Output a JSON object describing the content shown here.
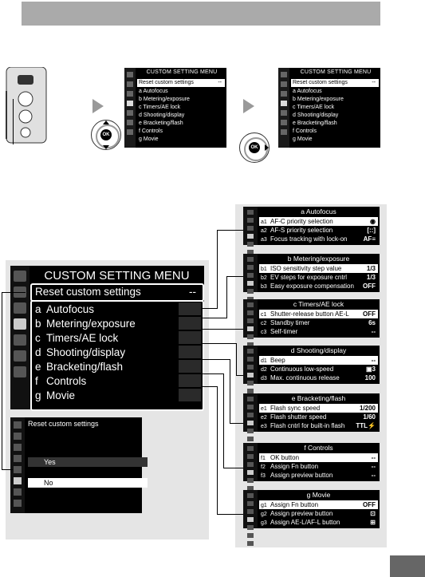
{
  "step_screens": {
    "title": "CUSTOM SETTING MENU",
    "reset": "Reset custom settings",
    "reset_val": "--",
    "items": [
      {
        "letter": "a",
        "label": "Autofocus"
      },
      {
        "letter": "b",
        "label": "Metering/exposure"
      },
      {
        "letter": "c",
        "label": "Timers/AE lock"
      },
      {
        "letter": "d",
        "label": "Shooting/display"
      },
      {
        "letter": "e",
        "label": "Bracketing/flash"
      },
      {
        "letter": "f",
        "label": "Controls"
      },
      {
        "letter": "g",
        "label": "Movie"
      }
    ],
    "ok": "OK"
  },
  "big_menu": {
    "title": "CUSTOM SETTING MENU",
    "reset": "Reset custom settings",
    "reset_val": "--",
    "items": [
      {
        "letter": "a",
        "label": "Autofocus"
      },
      {
        "letter": "b",
        "label": "Metering/exposure"
      },
      {
        "letter": "c",
        "label": "Timers/AE lock"
      },
      {
        "letter": "d",
        "label": "Shooting/display"
      },
      {
        "letter": "e",
        "label": "Bracketing/flash"
      },
      {
        "letter": "f",
        "label": "Controls"
      },
      {
        "letter": "g",
        "label": "Movie"
      }
    ]
  },
  "reset_screen": {
    "title": "Reset custom settings",
    "yes": "Yes",
    "no": "No"
  },
  "sub_menus": [
    {
      "title": "a Autofocus",
      "rows": [
        {
          "n": "a1",
          "label": "AF-C priority selection",
          "v": "◉"
        },
        {
          "n": "a2",
          "label": "AF-S priority selection",
          "v": "[::]"
        },
        {
          "n": "a3",
          "label": "Focus tracking with lock-on",
          "v": "AF≡"
        }
      ]
    },
    {
      "title": "b Metering/exposure",
      "rows": [
        {
          "n": "b1",
          "label": "ISO sensitivity step value",
          "v": "1/3"
        },
        {
          "n": "b2",
          "label": "EV steps for exposure cntrl",
          "v": "1/3"
        },
        {
          "n": "b3",
          "label": "Easy exposure compensation",
          "v": "OFF"
        }
      ]
    },
    {
      "title": "c Timers/AE lock",
      "rows": [
        {
          "n": "c1",
          "label": "Shutter-release button AE-L",
          "v": "OFF"
        },
        {
          "n": "c2",
          "label": "Standby timer",
          "v": "6s"
        },
        {
          "n": "c3",
          "label": "Self-timer",
          "v": "--"
        }
      ]
    },
    {
      "title": "d Shooting/display",
      "rows": [
        {
          "n": "d1",
          "label": "Beep",
          "v": "--"
        },
        {
          "n": "d2",
          "label": "Continuous low-speed",
          "v": "▣3"
        },
        {
          "n": "d3",
          "label": "Max. continuous release",
          "v": "100"
        }
      ]
    },
    {
      "title": "e Bracketing/flash",
      "rows": [
        {
          "n": "e1",
          "label": "Flash sync speed",
          "v": "1/200"
        },
        {
          "n": "e2",
          "label": "Flash shutter speed",
          "v": "1/60"
        },
        {
          "n": "e3",
          "label": "Flash cntrl for built-in flash",
          "v": "TTL⚡"
        }
      ]
    },
    {
      "title": "f Controls",
      "rows": [
        {
          "n": "f1",
          "label": "OK button",
          "v": "--"
        },
        {
          "n": "f2",
          "label": "Assign Fn button",
          "v": "--"
        },
        {
          "n": "f3",
          "label": "Assign preview button",
          "v": "--"
        }
      ]
    },
    {
      "title": "g Movie",
      "rows": [
        {
          "n": "g1",
          "label": "Assign Fn button",
          "v": "OFF"
        },
        {
          "n": "g2",
          "label": "Assign preview button",
          "v": "⊡"
        },
        {
          "n": "g3",
          "label": "Assign AE-L/AF-L button",
          "v": "⊞"
        }
      ]
    }
  ]
}
